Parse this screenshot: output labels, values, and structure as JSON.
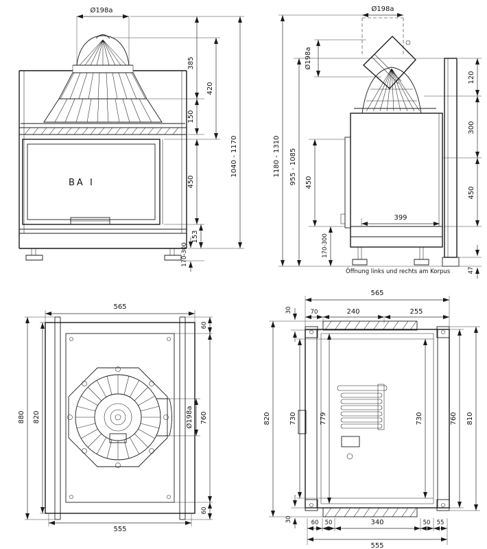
{
  "views": {
    "front": {
      "product_label": "BA I",
      "flue_dia": "Ø198a",
      "d385": "385",
      "d420": "420",
      "d150": "150",
      "d450": "450",
      "d153": "153",
      "d170_300": "170-300",
      "overall": "1040 - 1170"
    },
    "side": {
      "flue_dia_top": "Ø198a",
      "flue_dia_side": "Ø198a",
      "overall": "1180 - 1310",
      "body_height": "955 - 1085",
      "d450_left": "450",
      "d170_300": "170-300",
      "d120": "120",
      "d300": "300",
      "d450_right": "450",
      "d399": "399",
      "d47": "47",
      "note": "Öffnung links und rechts am Korpus"
    },
    "plan_top": {
      "d565": "565",
      "d880": "880",
      "d820": "820",
      "d60_top": "60",
      "d760": "760",
      "flue_dia": "Ø198a",
      "d60_bottom": "60",
      "d555": "555"
    },
    "plan_bottom": {
      "d565": "565",
      "d70": "70",
      "d240": "240",
      "d255": "255",
      "d30_top": "30",
      "d820": "820",
      "d730_left": "730",
      "d779": "779",
      "d730_right": "730",
      "d760": "760",
      "d810": "810",
      "d30_bottom": "30",
      "d60": "60",
      "d50_left": "50",
      "d340": "340",
      "d50_right": "50",
      "d55": "55",
      "d555": "555"
    }
  },
  "colors": {
    "line": "#1a1a1a",
    "dim": "#2a2a2a",
    "background": "#ffffff"
  }
}
